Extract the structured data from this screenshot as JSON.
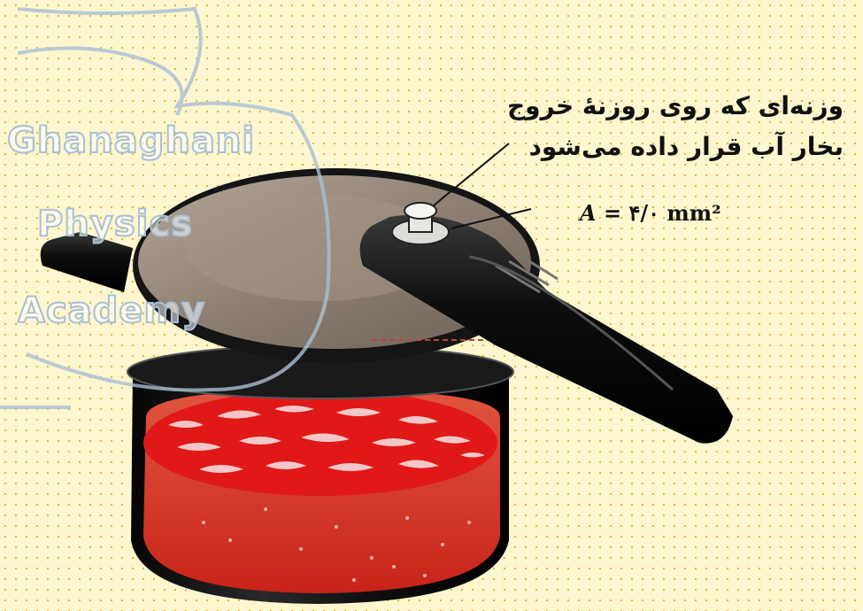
{
  "labels": {
    "weight_line1": "وزنه‌ای که روی روزنهٔ خروج",
    "weight_line2": "بخار آب قرار داده می‌شود",
    "area_symbol": "A",
    "area_value": "= ۴/۰ mm²"
  },
  "watermark": {
    "line1": "Ghanaghani",
    "line2": "Physics",
    "line3": "Academy"
  },
  "colors": {
    "background": "#fdf6cf",
    "dots": "#e2b93b",
    "lid": "#8a7b6e",
    "pot": "#111111",
    "contents": "#d41616",
    "watermark": "#a9bfd6"
  }
}
